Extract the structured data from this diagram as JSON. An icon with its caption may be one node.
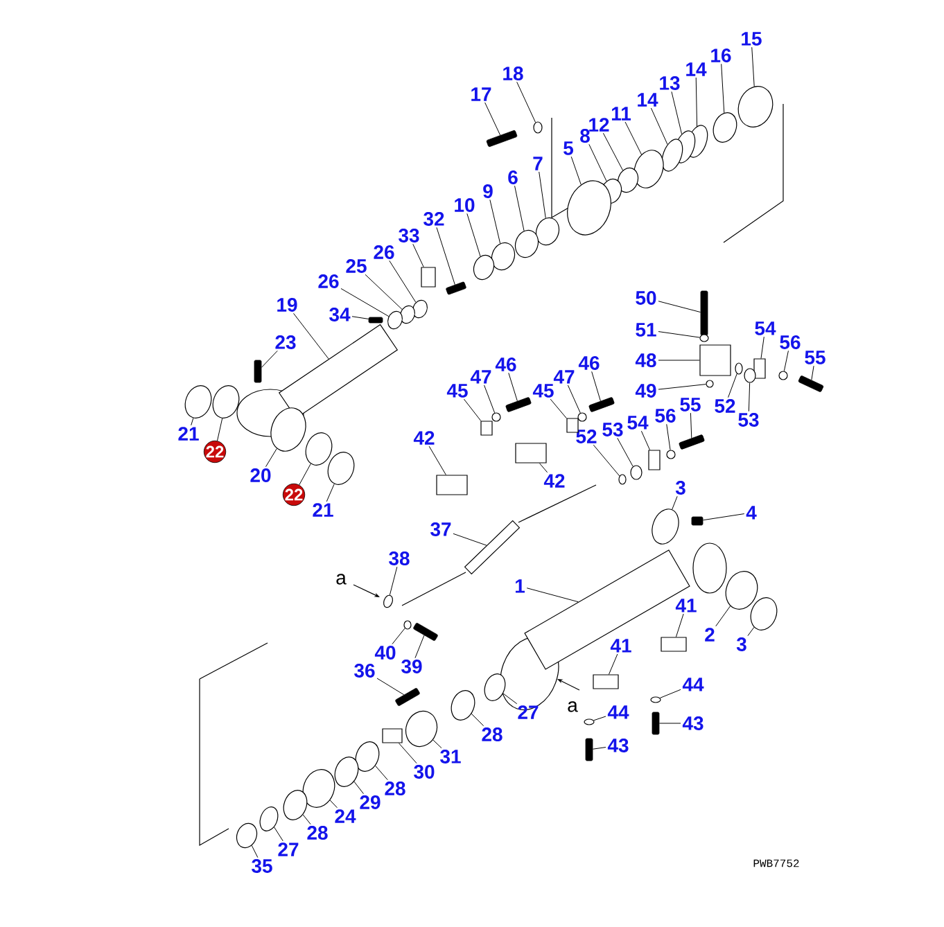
{
  "diagram": {
    "nodes": [
      {
        "text": [
          "15"
        ]
      },
      {
        "text": [
          "18"
        ]
      },
      {
        "text": [
          "17"
        ]
      },
      {
        "text": [
          "16"
        ]
      },
      {
        "text": [
          "14"
        ]
      },
      {
        "text": [
          "13"
        ]
      },
      {
        "text": [
          "14"
        ]
      },
      {
        "text": [
          "11"
        ]
      },
      {
        "text": [
          "12"
        ]
      },
      {
        "text": [
          "8"
        ]
      },
      {
        "text": [
          "5"
        ]
      },
      {
        "text": [
          "7"
        ]
      },
      {
        "text": [
          "6"
        ]
      },
      {
        "text": [
          "9"
        ]
      },
      {
        "text": [
          "10"
        ]
      },
      {
        "text": [
          "32"
        ]
      },
      {
        "text": [
          "33"
        ]
      },
      {
        "text": [
          "26"
        ]
      },
      {
        "text": [
          "25"
        ]
      },
      {
        "text": [
          "26"
        ]
      },
      {
        "text": [
          "34"
        ]
      },
      {
        "text": [
          "19"
        ]
      },
      {
        "text": [
          "23"
        ]
      },
      {
        "text": [
          "21"
        ]
      },
      {
        "text": [
          "22"
        ]
      },
      {
        "text": [
          "20"
        ]
      },
      {
        "text": [
          "22"
        ]
      },
      {
        "text": [
          "21"
        ]
      },
      {
        "text": [
          "50"
        ]
      },
      {
        "text": [
          "51"
        ]
      },
      {
        "text": [
          "48"
        ]
      },
      {
        "text": [
          "49"
        ]
      },
      {
        "text": [
          "54"
        ]
      },
      {
        "text": [
          "56"
        ]
      },
      {
        "text": [
          "55"
        ]
      },
      {
        "text": [
          "52"
        ]
      },
      {
        "text": [
          "53"
        ]
      },
      {
        "text": [
          "45"
        ]
      },
      {
        "text": [
          "47"
        ]
      },
      {
        "text": [
          "46"
        ]
      },
      {
        "text": [
          "45"
        ]
      },
      {
        "text": [
          "47"
        ]
      },
      {
        "text": [
          "46"
        ]
      },
      {
        "text": [
          "55"
        ]
      },
      {
        "text": [
          "56"
        ]
      },
      {
        "text": [
          "54"
        ]
      },
      {
        "text": [
          "53"
        ]
      },
      {
        "text": [
          "52"
        ]
      },
      {
        "text": [
          "42"
        ]
      },
      {
        "text": [
          "42"
        ]
      },
      {
        "text": [
          "3"
        ]
      },
      {
        "text": [
          "4"
        ]
      },
      {
        "text": [
          "37"
        ]
      },
      {
        "text": [
          "38"
        ]
      },
      {
        "text": [
          "1"
        ]
      },
      {
        "text": [
          "41"
        ]
      },
      {
        "text": [
          "2"
        ]
      },
      {
        "text": [
          "3"
        ]
      },
      {
        "text": [
          "41"
        ]
      },
      {
        "text": [
          "40"
        ]
      },
      {
        "text": [
          "39"
        ]
      },
      {
        "text": [
          "36"
        ]
      },
      {
        "text": [
          "44"
        ]
      },
      {
        "text": [
          "44"
        ]
      },
      {
        "text": [
          "43"
        ]
      },
      {
        "text": [
          "43"
        ]
      },
      {
        "text": [
          "27"
        ]
      },
      {
        "text": [
          "28"
        ]
      },
      {
        "text": [
          "31"
        ]
      },
      {
        "text": [
          "30"
        ]
      },
      {
        "text": [
          "28"
        ]
      },
      {
        "text": [
          "29"
        ]
      },
      {
        "text": [
          "24"
        ]
      },
      {
        "text": [
          "28"
        ]
      },
      {
        "text": [
          "27"
        ]
      },
      {
        "text": [
          "35"
        ]
      },
      {
        "text": [],
        "shape": "ring"
      },
      {
        "text": [],
        "shape": "ring"
      },
      {
        "text": [],
        "shape": "bolt"
      },
      {
        "text": [],
        "shape": "ring"
      },
      {
        "text": [],
        "shape": "ring"
      },
      {
        "text": [],
        "shape": "ring"
      },
      {
        "text": [],
        "shape": "ring"
      },
      {
        "text": [],
        "shape": "ring"
      },
      {
        "text": [],
        "shape": "ring"
      },
      {
        "text": [],
        "shape": "ring"
      },
      {
        "text": [],
        "shape": "ring"
      },
      {
        "text": [],
        "shape": "ring"
      },
      {
        "text": [],
        "shape": "ring"
      },
      {
        "text": [],
        "shape": "ring"
      },
      {
        "text": [],
        "shape": "ring"
      },
      {
        "text": [],
        "shape": "bolt"
      },
      {
        "text": [],
        "shape": "box"
      },
      {
        "text": [],
        "shape": "ring"
      },
      {
        "text": [],
        "shape": "ring"
      },
      {
        "text": [],
        "shape": "ring"
      },
      {
        "text": [],
        "shape": "bolt"
      },
      {
        "text": [],
        "shape": "bar"
      },
      {
        "text": [],
        "shape": "bolt"
      },
      {
        "text": [],
        "shape": "ring"
      },
      {
        "text": [],
        "shape": "ring"
      },
      {
        "text": [],
        "shape": "ring"
      },
      {
        "text": [],
        "shape": "ring"
      },
      {
        "text": [],
        "shape": "ring"
      },
      {
        "text": [],
        "shape": "bolt"
      },
      {
        "text": [],
        "shape": "ring"
      },
      {
        "text": [],
        "shape": "box"
      },
      {
        "text": [],
        "shape": "ring"
      },
      {
        "text": [],
        "shape": "box"
      },
      {
        "text": [],
        "shape": "ring"
      },
      {
        "text": [],
        "shape": "bolt"
      },
      {
        "text": [],
        "shape": "ring"
      },
      {
        "text": [],
        "shape": "ring"
      },
      {
        "text": [],
        "shape": "box"
      },
      {
        "text": [],
        "shape": "ring"
      },
      {
        "text": [],
        "shape": "bolt"
      },
      {
        "text": [],
        "shape": "box"
      },
      {
        "text": [],
        "shape": "ring"
      },
      {
        "text": [],
        "shape": "bolt"
      },
      {
        "text": [],
        "shape": "bolt"
      },
      {
        "text": [],
        "shape": "ring"
      },
      {
        "text": [],
        "shape": "box"
      },
      {
        "text": [],
        "shape": "ring"
      },
      {
        "text": [],
        "shape": "ring"
      },
      {
        "text": [],
        "shape": "box"
      },
      {
        "text": [],
        "shape": "box"
      },
      {
        "text": [],
        "shape": "ring"
      },
      {
        "text": [],
        "shape": "bolt"
      },
      {
        "text": [],
        "shape": "bar"
      },
      {
        "text": [],
        "shape": "ring"
      },
      {
        "text": [],
        "shape": "bar"
      },
      {
        "text": [],
        "shape": "box"
      },
      {
        "text": [],
        "shape": "ring"
      },
      {
        "text": [],
        "shape": "ring"
      },
      {
        "text": [],
        "shape": "box"
      },
      {
        "text": [],
        "shape": "ring"
      },
      {
        "text": [],
        "shape": "bolt"
      },
      {
        "text": [],
        "shape": "bolt"
      },
      {
        "text": [],
        "shape": "ring"
      },
      {
        "text": [],
        "shape": "ring"
      },
      {
        "text": [],
        "shape": "bolt"
      },
      {
        "text": [],
        "shape": "bolt"
      },
      {
        "text": [],
        "shape": "ring"
      },
      {
        "text": [],
        "shape": "ring"
      },
      {
        "text": [],
        "shape": "ring"
      },
      {
        "text": [],
        "shape": "box"
      },
      {
        "text": [],
        "shape": "ring"
      },
      {
        "text": [],
        "shape": "ring"
      },
      {
        "text": [],
        "shape": "ring"
      },
      {
        "text": [],
        "shape": "ring"
      },
      {
        "text": [],
        "shape": "ring"
      },
      {
        "text": [],
        "shape": "ring"
      }
    ],
    "edges": [
      {
        "from": 0,
        "to": 76,
        "arrow": "none"
      },
      {
        "from": 1,
        "to": 77,
        "arrow": "none"
      },
      {
        "from": 2,
        "to": 78,
        "arrow": "none"
      },
      {
        "from": 3,
        "to": 79,
        "arrow": "none"
      },
      {
        "from": 4,
        "to": 80,
        "arrow": "none"
      },
      {
        "from": 5,
        "to": 81,
        "arrow": "none"
      },
      {
        "from": 6,
        "to": 82,
        "arrow": "none"
      },
      {
        "from": 7,
        "to": 83,
        "arrow": "none"
      },
      {
        "from": 8,
        "to": 84,
        "arrow": "none"
      },
      {
        "from": 9,
        "to": 85,
        "arrow": "none"
      },
      {
        "from": 10,
        "to": 86,
        "arrow": "none"
      },
      {
        "from": 11,
        "to": 87,
        "arrow": "none"
      },
      {
        "from": 12,
        "to": 88,
        "arrow": "none"
      },
      {
        "from": 13,
        "to": 89,
        "arrow": "none"
      },
      {
        "from": 14,
        "to": 90,
        "arrow": "none"
      },
      {
        "from": 15,
        "to": 91,
        "arrow": "none"
      },
      {
        "from": 16,
        "to": 92,
        "arrow": "none"
      },
      {
        "from": 17,
        "to": 93,
        "arrow": "none"
      },
      {
        "from": 18,
        "to": 94,
        "arrow": "none"
      },
      {
        "from": 19,
        "to": 95,
        "arrow": "none"
      },
      {
        "from": 20,
        "to": 96,
        "arrow": "none"
      },
      {
        "from": 21,
        "to": 97,
        "arrow": "none"
      },
      {
        "from": 22,
        "to": 98,
        "arrow": "none"
      },
      {
        "from": 23,
        "to": 99,
        "arrow": "none"
      },
      {
        "from": 24,
        "to": 100,
        "arrow": "none"
      },
      {
        "from": 25,
        "to": 101,
        "arrow": "none"
      },
      {
        "from": 26,
        "to": 102,
        "arrow": "none"
      },
      {
        "from": 27,
        "to": 103,
        "arrow": "none"
      },
      {
        "from": 28,
        "to": 104,
        "arrow": "none"
      },
      {
        "from": 29,
        "to": 105,
        "arrow": "none"
      },
      {
        "from": 30,
        "to": 106,
        "arrow": "none"
      },
      {
        "from": 31,
        "to": 107,
        "arrow": "none"
      },
      {
        "from": 32,
        "to": 108,
        "arrow": "none"
      },
      {
        "from": 33,
        "to": 109,
        "arrow": "none"
      },
      {
        "from": 34,
        "to": 110,
        "arrow": "none"
      },
      {
        "from": 35,
        "to": 111,
        "arrow": "none"
      },
      {
        "from": 36,
        "to": 112,
        "arrow": "none"
      },
      {
        "from": 37,
        "to": 113,
        "arrow": "none"
      },
      {
        "from": 38,
        "to": 114,
        "arrow": "none"
      },
      {
        "from": 39,
        "to": 115,
        "arrow": "none"
      },
      {
        "from": 40,
        "to": 116,
        "arrow": "none"
      },
      {
        "from": 41,
        "to": 117,
        "arrow": "none"
      },
      {
        "from": 42,
        "to": 118,
        "arrow": "none"
      },
      {
        "from": 43,
        "to": 119,
        "arrow": "none"
      },
      {
        "from": 44,
        "to": 120,
        "arrow": "none"
      },
      {
        "from": 45,
        "to": 121,
        "arrow": "none"
      },
      {
        "from": 46,
        "to": 122,
        "arrow": "none"
      },
      {
        "from": 47,
        "to": 123,
        "arrow": "none"
      },
      {
        "from": 48,
        "to": 124,
        "arrow": "none"
      },
      {
        "from": 49,
        "to": 125,
        "arrow": "none"
      },
      {
        "from": 50,
        "to": 126,
        "arrow": "none"
      },
      {
        "from": 51,
        "to": 127,
        "arrow": "none"
      },
      {
        "from": 52,
        "to": 128,
        "arrow": "none"
      },
      {
        "from": 53,
        "to": 129,
        "arrow": "none"
      },
      {
        "from": 54,
        "to": 130,
        "arrow": "none"
      },
      {
        "from": 55,
        "to": 131,
        "arrow": "none"
      },
      {
        "from": 56,
        "to": 132,
        "arrow": "none"
      },
      {
        "from": 57,
        "to": 133,
        "arrow": "none"
      },
      {
        "from": 58,
        "to": 134,
        "arrow": "none"
      },
      {
        "from": 59,
        "to": 135,
        "arrow": "none"
      },
      {
        "from": 60,
        "to": 136,
        "arrow": "none"
      },
      {
        "from": 61,
        "to": 137,
        "arrow": "none"
      },
      {
        "from": 62,
        "to": 138,
        "arrow": "none"
      },
      {
        "from": 63,
        "to": 139,
        "arrow": "none"
      },
      {
        "from": 64,
        "to": 140,
        "arrow": "none"
      },
      {
        "from": 65,
        "to": 141,
        "arrow": "none"
      },
      {
        "from": 66,
        "to": 142,
        "arrow": "none"
      },
      {
        "from": 67,
        "to": 143,
        "arrow": "none"
      },
      {
        "from": 68,
        "to": 144,
        "arrow": "none"
      },
      {
        "from": 69,
        "to": 145,
        "arrow": "none"
      },
      {
        "from": 70,
        "to": 146,
        "arrow": "none"
      },
      {
        "from": 71,
        "to": 147,
        "arrow": "none"
      },
      {
        "from": 72,
        "to": 148,
        "arrow": "none"
      },
      {
        "from": 73,
        "to": 149,
        "arrow": "none"
      },
      {
        "from": 74,
        "to": 150,
        "arrow": "none"
      },
      {
        "from": 75,
        "to": 151,
        "arrow": "none"
      }
    ],
    "labels": [
      "a",
      "a",
      "PWB7752"
    ]
  }
}
